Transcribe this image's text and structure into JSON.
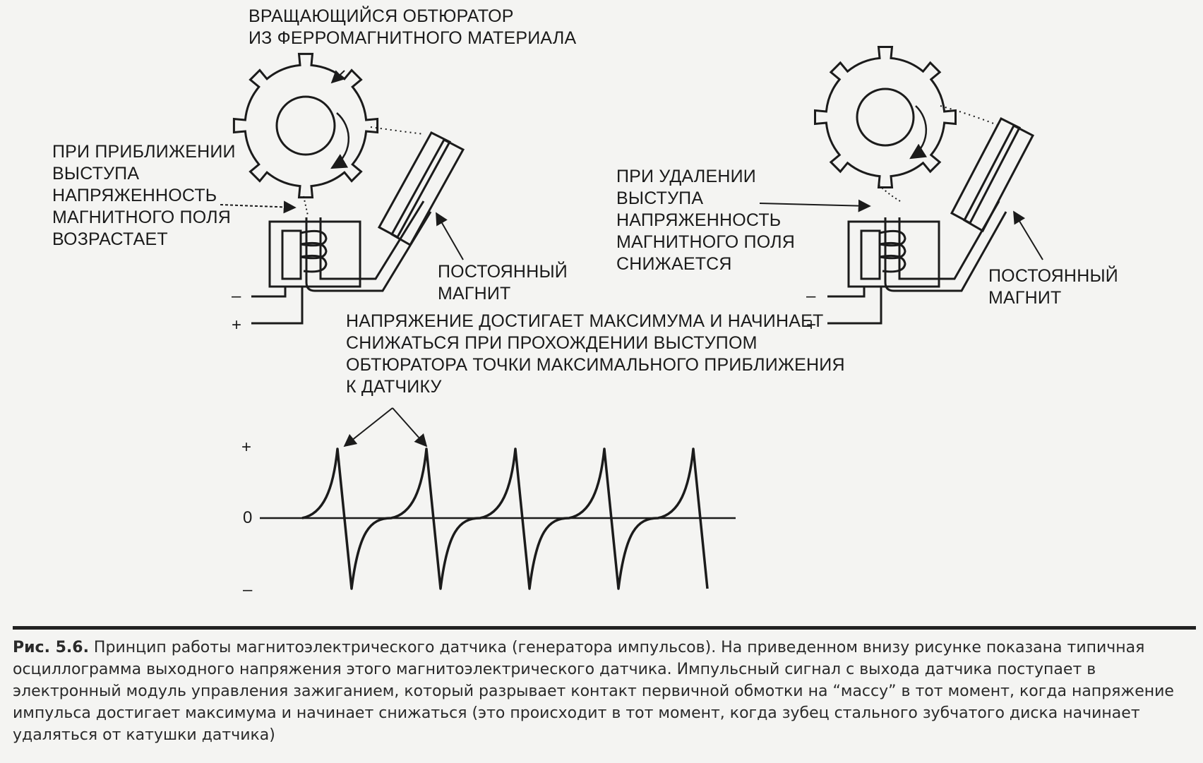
{
  "labels": {
    "shutter": "ВРАЩАЮЩИЙСЯ ОБТЮРАТОР\nИЗ ФЕРРОМАГНИТНОГО МАТЕРИАЛА",
    "approach": "ПРИ ПРИБЛИЖЕНИИ\nВЫСТУПА\nНАПРЯЖЕННОСТЬ\nМАГНИТНОГО ПОЛЯ\nВОЗРАСТАЕТ",
    "magnet_left": "ПОСТОЯННЫЙ\nМАГНИТ",
    "departure": "ПРИ УДАЛЕНИИ\nВЫСТУПА\nНАПРЯЖЕННОСТЬ\nМАГНИТНОГО ПОЛЯ\nСНИЖАЕТСЯ",
    "magnet_right": "ПОСТОЯННЫЙ\nМАГНИТ",
    "voltage_peak": "НАПРЯЖЕНИЕ ДОСТИГАЕТ МАКСИМУМА И НАЧИНАЕТ\nСНИЖАТЬСЯ ПРИ ПРОХОЖДЕНИИ ВЫСТУПОМ\nОБТЮРАТОРА ТОЧКИ МАКСИМАЛЬНОГО ПРИБЛИЖЕНИЯ\nК ДАТЧИКУ",
    "minus_left": "–",
    "plus_left": "+",
    "minus_right": "–",
    "plus_right": "+"
  },
  "graph": {
    "y_plus": "+",
    "y_zero": "0",
    "y_minus": "–",
    "pulses": 5
  },
  "caption": {
    "number": "Рис. 5.6.",
    "text": " Принцип работы магнитоэлектрического датчика (генератора импульсов). На приведенном внизу рисунке показана типичная осциллограмма выходного напряжения этого магнитоэлектрического датчика. Импульсный сигнал с выхода датчика поступает в электронный модуль управления зажиганием, который разрывает контакт первичной обмотки на “массу” в тот момент, когда напряжение импульса достигает максимума и начинает снижаться (это происходит в тот момент, когда зубец стального зубчатого диска начинает удаляться от катушки датчика)"
  }
}
